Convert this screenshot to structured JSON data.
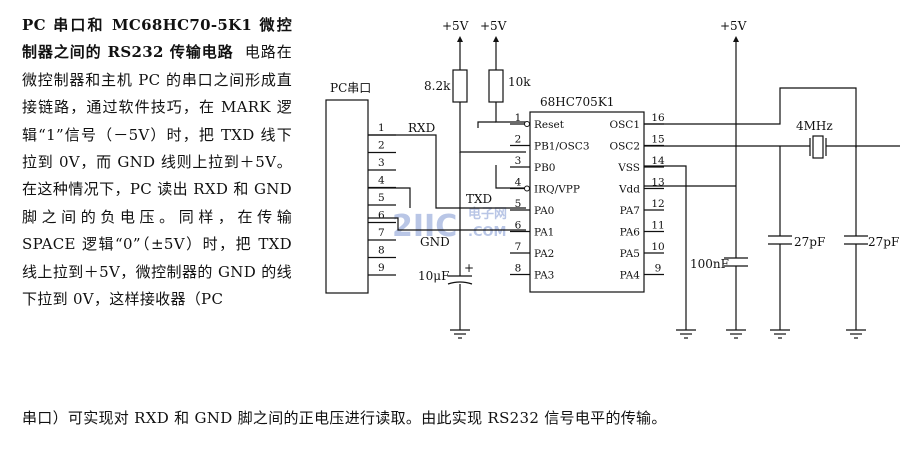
{
  "text": {
    "title": "PC 串口和 MC68HC70-5K1 微控制器之间的 RS232 传输电路",
    "body": "电路在微控制器和主机 PC 的串口之间形成直接链路，通过软件技巧，在 MARK 逻辑“1”信号（－5V）时，把 TXD 线下拉到 0V，而 GND 线则上拉到＋5V。在这种情况下，PC 读出 RXD 和 GND 脚之间的负电压。同样，在传输 SPACE 逻辑“0”（±5V）时，把 TXD 线上拉到＋5V，微控制器的 GND 的线下拉到 0V，这样接收器（PC",
    "last_line": "串口）可实现对 RXD 和 GND 脚之间的正电压进行读取。由此实现 RS232 信号电平的传输。"
  },
  "diagram": {
    "pc_port_label": "PC串口",
    "pc_pins": [
      "1",
      "2",
      "3",
      "4",
      "5",
      "6",
      "7",
      "8",
      "9"
    ],
    "signal_rxd": "RXD",
    "signal_txd": "TXD",
    "signal_gnd": "GND",
    "supply_1": "+5V",
    "supply_2": "+5V",
    "supply_3": "+5V",
    "res_1": "8.2k",
    "res_2": "10k",
    "cap_electrolytic": "10μF",
    "cap_electrolytic_plus": "+",
    "chip_label": "68HC705K1",
    "left_pins": [
      {
        "num": "1",
        "name": "Reset"
      },
      {
        "num": "2",
        "name": "PB1/OSC3"
      },
      {
        "num": "3",
        "name": "PB0"
      },
      {
        "num": "4",
        "name": "IRQ/VPP"
      },
      {
        "num": "5",
        "name": "PA0"
      },
      {
        "num": "6",
        "name": "PA1"
      },
      {
        "num": "7",
        "name": "PA2"
      },
      {
        "num": "8",
        "name": "PA3"
      }
    ],
    "right_pins": [
      {
        "num": "16",
        "name": "OSC1"
      },
      {
        "num": "15",
        "name": "OSC2"
      },
      {
        "num": "14",
        "name": "VSS"
      },
      {
        "num": "13",
        "name": "Vdd"
      },
      {
        "num": "12",
        "name": "PA7"
      },
      {
        "num": "11",
        "name": "PA6"
      },
      {
        "num": "10",
        "name": "PA5"
      },
      {
        "num": "9",
        "name": "PA4"
      }
    ],
    "cap_decoupling": "100nF",
    "crystal": "4MHz",
    "cap_load_1": "27pF",
    "cap_load_2": "27pF",
    "watermark_main": "2IIC",
    "watermark_top": "电子网",
    "watermark_bottom": ".COM"
  }
}
